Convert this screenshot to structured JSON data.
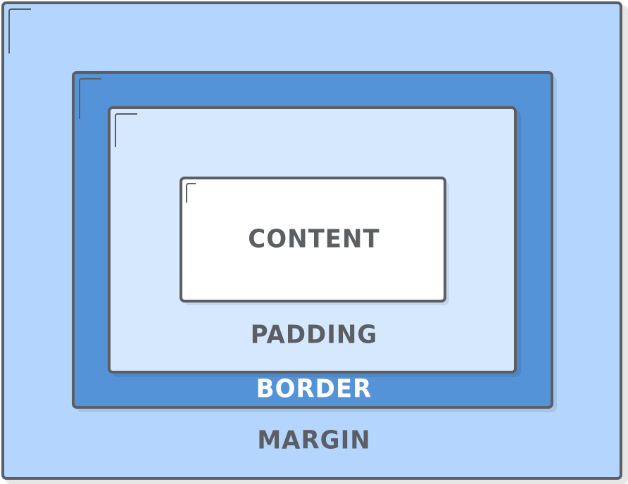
{
  "labels": {
    "content": "CONTENT",
    "padding": "PADDING",
    "border": "BORDER",
    "margin": "MARGIN"
  },
  "colors": {
    "margin": "#b3d5fe",
    "border": "#5593d8",
    "padding": "#d6e8fe",
    "content": "#ffffff",
    "stroke": "#5b5f63",
    "border_label": "#ffffff"
  }
}
